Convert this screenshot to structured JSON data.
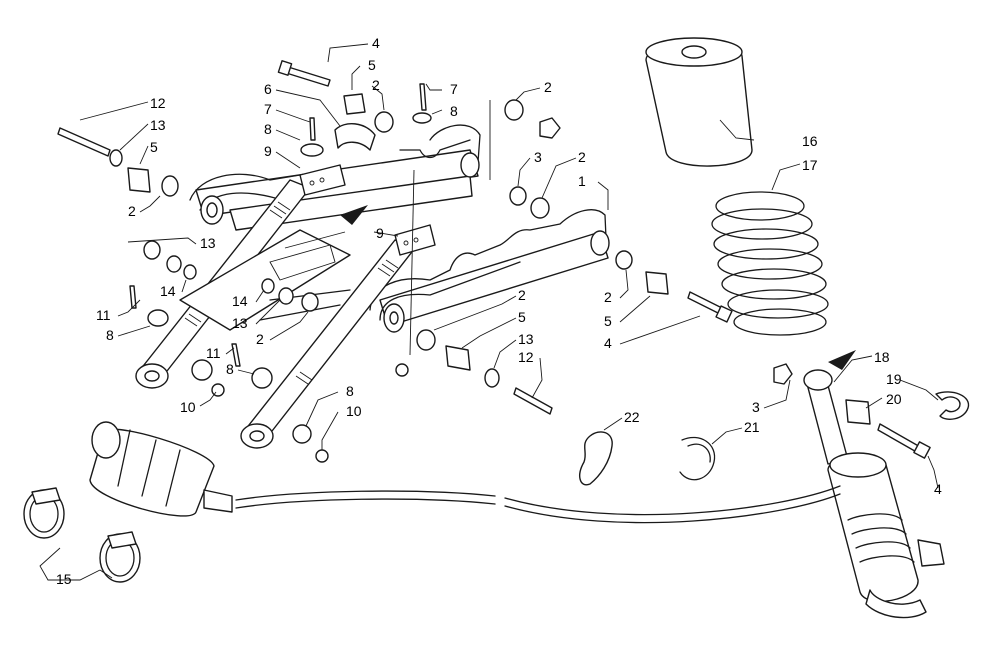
{
  "diagram": {
    "background": "#ffffff",
    "line_color": "#1a1a1a",
    "callouts": [
      {
        "id": "c4a",
        "label": "4"
      },
      {
        "id": "c5a",
        "label": "5"
      },
      {
        "id": "c2a",
        "label": "2"
      },
      {
        "id": "c7a",
        "label": "7"
      },
      {
        "id": "c8a",
        "label": "8"
      },
      {
        "id": "c2b",
        "label": "2"
      },
      {
        "id": "c12a",
        "label": "12"
      },
      {
        "id": "c13a",
        "label": "13"
      },
      {
        "id": "c5b",
        "label": "5"
      },
      {
        "id": "c6",
        "label": "6"
      },
      {
        "id": "c7b",
        "label": "7"
      },
      {
        "id": "c8b",
        "label": "8"
      },
      {
        "id": "c9a",
        "label": "9"
      },
      {
        "id": "c3a",
        "label": "3"
      },
      {
        "id": "c2c",
        "label": "2"
      },
      {
        "id": "c1",
        "label": "1"
      },
      {
        "id": "c16",
        "label": "16"
      },
      {
        "id": "c17",
        "label": "17"
      },
      {
        "id": "c2d",
        "label": "2"
      },
      {
        "id": "c13b",
        "label": "13"
      },
      {
        "id": "c9b",
        "label": "9"
      },
      {
        "id": "c14a",
        "label": "14"
      },
      {
        "id": "c11a",
        "label": "11"
      },
      {
        "id": "c8c",
        "label": "8"
      },
      {
        "id": "c14b",
        "label": "14"
      },
      {
        "id": "c13c",
        "label": "13"
      },
      {
        "id": "c2e",
        "label": "2"
      },
      {
        "id": "c2f",
        "label": "2"
      },
      {
        "id": "c5c",
        "label": "5"
      },
      {
        "id": "c4b",
        "label": "4"
      },
      {
        "id": "c2g",
        "label": "2"
      },
      {
        "id": "c5d",
        "label": "5"
      },
      {
        "id": "c13d",
        "label": "13"
      },
      {
        "id": "c12b",
        "label": "12"
      },
      {
        "id": "c11b",
        "label": "11"
      },
      {
        "id": "c8d",
        "label": "8"
      },
      {
        "id": "c10a",
        "label": "10"
      },
      {
        "id": "c8e",
        "label": "8"
      },
      {
        "id": "c10b",
        "label": "10"
      },
      {
        "id": "c18",
        "label": "18"
      },
      {
        "id": "c19",
        "label": "19"
      },
      {
        "id": "c3b",
        "label": "3"
      },
      {
        "id": "c20",
        "label": "20"
      },
      {
        "id": "c22",
        "label": "22"
      },
      {
        "id": "c21",
        "label": "21"
      },
      {
        "id": "c4c",
        "label": "4"
      },
      {
        "id": "c15",
        "label": "15"
      }
    ]
  }
}
